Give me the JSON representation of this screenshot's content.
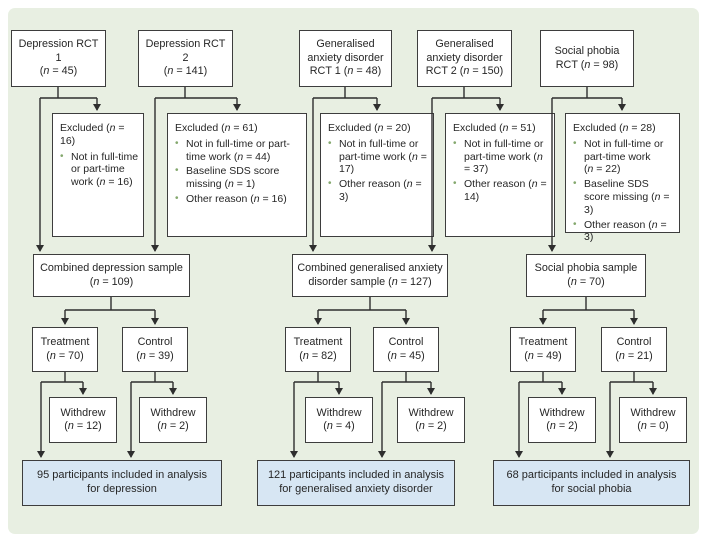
{
  "colors": {
    "bg": "#e8efe2",
    "border": "#3d3d3d",
    "bullet": "#84a86e",
    "blue_fill": "#d7e6f3"
  },
  "groups": [
    {
      "name": "depression",
      "rcts": [
        {
          "label": "Depression RCT 1\n(*n* = 45)",
          "excluded": {
            "title": "Excluded (*n* = 16)",
            "items": [
              "Not in full-time or part-time work (*n* = 16)"
            ]
          }
        },
        {
          "label": "Depression RCT 2\n(*n* = 141)",
          "excluded": {
            "title": "Excluded (*n* = 61)",
            "items": [
              "Not in full-time or part-time work (*n* = 44)",
              "Baseline SDS score missing (*n* = 1)",
              "Other reason (*n* = 16)"
            ]
          }
        }
      ],
      "combined": "Combined depression sample\n(*n* = 109)",
      "treatment": "Treatment\n(*n* = 70)",
      "control": "Control\n(*n* = 39)",
      "withdrew_treatment": "Withdrew\n(*n* = 12)",
      "withdrew_control": "Withdrew\n(*n* = 2)",
      "final": "95 participants included in analysis\nfor depression"
    },
    {
      "name": "generalised-anxiety-disorder",
      "rcts": [
        {
          "label": "Generalised\nanxiety disorder\nRCT 1 (*n* = 48)",
          "excluded": {
            "title": "Excluded (*n* = 20)",
            "items": [
              "Not in full-time or part-time work (*n* = 17)",
              "Other reason (*n* = 3)"
            ]
          }
        },
        {
          "label": "Generalised\nanxiety disorder\nRCT 2 (*n* = 150)",
          "excluded": {
            "title": "Excluded (*n* = 51)",
            "items": [
              "Not in full-time or part-time work (*n* = 37)",
              "Other reason (*n* = 14)"
            ]
          }
        }
      ],
      "combined": "Combined generalised anxiety\ndisorder sample (*n* = 127)",
      "treatment": "Treatment\n(*n* = 82)",
      "control": "Control\n(*n* = 45)",
      "withdrew_treatment": "Withdrew\n(*n* = 4)",
      "withdrew_control": "Withdrew\n(*n* = 2)",
      "final": "121 participants included in analysis\nfor generalised anxiety disorder"
    },
    {
      "name": "social-phobia",
      "rcts": [
        {
          "label": "Social phobia\nRCT (*n* = 98)",
          "excluded": {
            "title": "Excluded (*n* = 28)",
            "items": [
              "Not in full-time or part-time work\n(*n* = 22)",
              "Baseline SDS score missing (*n* = 3)",
              "Other reason (*n* = 3)"
            ]
          }
        }
      ],
      "combined": "Social phobia sample\n(*n* = 70)",
      "treatment": "Treatment\n(*n* = 49)",
      "control": "Control\n(*n* = 21)",
      "withdrew_treatment": "Withdrew\n(*n* = 2)",
      "withdrew_control": "Withdrew\n(*n* = 0)",
      "final": "68 participants included in analysis\nfor social phobia"
    }
  ]
}
